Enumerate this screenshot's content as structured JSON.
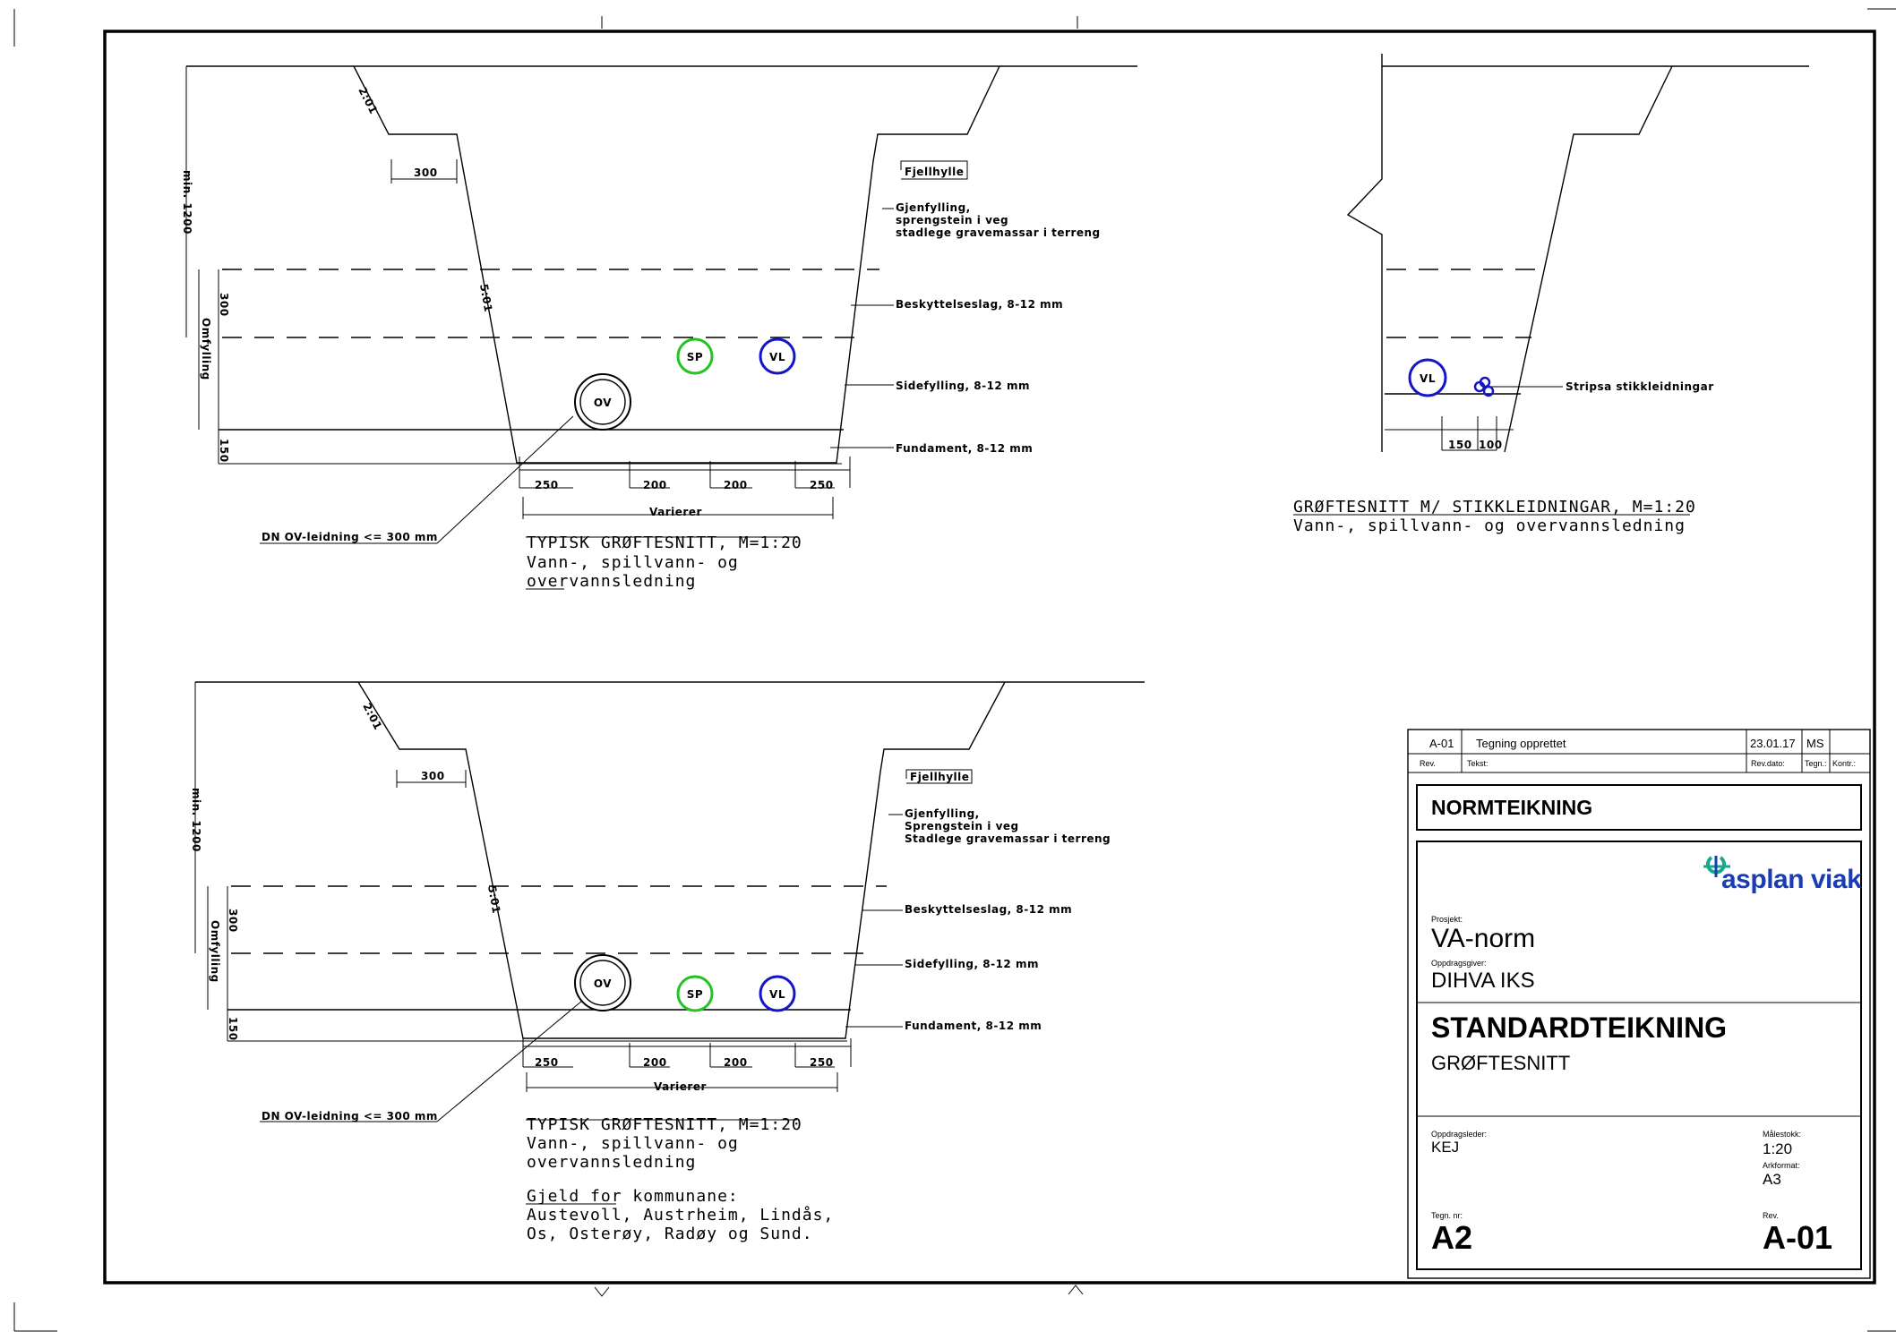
{
  "colors": {
    "ink": "#000000",
    "sp": "#22c322",
    "vl": "#1414c8",
    "brand": "#1a3cb4",
    "brand_accent": "#18a88c"
  },
  "section_a": {
    "dim_slope": "2:01",
    "dim_300_top": "300",
    "dim_min1200": "min. 1200",
    "dim_300": "300",
    "dim_omfylling": "Omfylling",
    "dim_150": "150",
    "dim_slope_inner": "5:01",
    "label_fjellhylle": "Fjellhylle",
    "label_gjenfylling": [
      "Gjenfylling,",
      "sprengstein i veg",
      "stadlege gravemassar i terreng"
    ],
    "label_beskyttelse": "Beskyttelseslag, 8-12 mm",
    "label_sidefylling": "Sidefylling, 8-12 mm",
    "label_fundament": "Fundament, 8-12 mm",
    "pipe_ov": "OV",
    "pipe_sp": "SP",
    "pipe_vl": "VL",
    "dims_bottom": [
      "250",
      "200",
      "200",
      "250"
    ],
    "label_varierer": "Varierer",
    "label_dn": "DN OV-leidning <= 300 mm",
    "title": "TYPISK GRØFTESNITT, M=1:20",
    "subtitle": [
      "Vann-, spillvann- og",
      "overvannsledning"
    ]
  },
  "section_b": {
    "dim_slope": "2:01",
    "dim_300_top": "300",
    "dim_min1200": "min. 1200",
    "dim_300": "300",
    "dim_omfylling": "Omfylling",
    "dim_150": "150",
    "dim_slope_inner": "5:01",
    "label_fjellhylle": "Fjellhylle",
    "label_gjenfylling": [
      "Gjenfylling,",
      "Sprengstein i veg",
      "Stadlege gravemassar i terreng"
    ],
    "label_beskyttelse": "Beskyttelseslag, 8-12 mm",
    "label_sidefylling": "Sidefylling, 8-12 mm",
    "label_fundament": "Fundament, 8-12 mm",
    "pipe_ov": "OV",
    "pipe_sp": "SP",
    "pipe_vl": "VL",
    "dims_bottom": [
      "250",
      "200",
      "200",
      "250"
    ],
    "label_varierer": "Varierer",
    "label_dn": "DN OV-leidning <= 300 mm",
    "title": "TYPISK GRØFTESNITT, M=1:20",
    "subtitle": [
      "Vann-, spillvann- og",
      "overvannsledning"
    ],
    "note_title": "Gjeld for kommunane:",
    "note_lines": [
      "Austevoll, Austrheim, Lindås,",
      "Os, Osterøy, Radøy og Sund."
    ]
  },
  "section_c": {
    "pipe_vl": "VL",
    "label_stripsa": "Stripsa stikkleidningar",
    "dim_150": "150",
    "dim_100": "100",
    "title": "GRØFTESNITT M/ STIKKLEIDNINGAR, M=1:20",
    "subtitle": "Vann-, spillvann- og overvannsledning"
  },
  "title_block": {
    "rev_code": "A-01",
    "rev_text": "Tegning opprettet",
    "rev_date": "23.01.17",
    "rev_drawn": "MS",
    "hdr_rev": "Rev.",
    "hdr_tekst": "Tekst:",
    "hdr_revdato": "Rev.dato:",
    "hdr_tegn": "Tegn.:",
    "hdr_kontr": "Kontr.:",
    "heading": "NORMTEIKNING",
    "logo_text": "asplan viak",
    "prosjekt_label": "Prosjekt:",
    "prosjekt": "VA-norm",
    "oppdragsgiver_label": "Oppdragsgiver:",
    "oppdragsgiver": "DIHVA IKS",
    "drawing_title": "STANDARDTEIKNING",
    "drawing_subtitle": "GRØFTESNITT",
    "oppdragsleder_label": "Oppdragsleder:",
    "oppdragsleder": "KEJ",
    "malestokk_label": "Målestokk:",
    "malestokk": "1:20",
    "arkformat_label": "Arkformat:",
    "arkformat": "A3",
    "tegn_nr_label": "Tegn. nr:",
    "tegn_nr": "A2",
    "rev_label": "Rev.",
    "rev": "A-01"
  }
}
